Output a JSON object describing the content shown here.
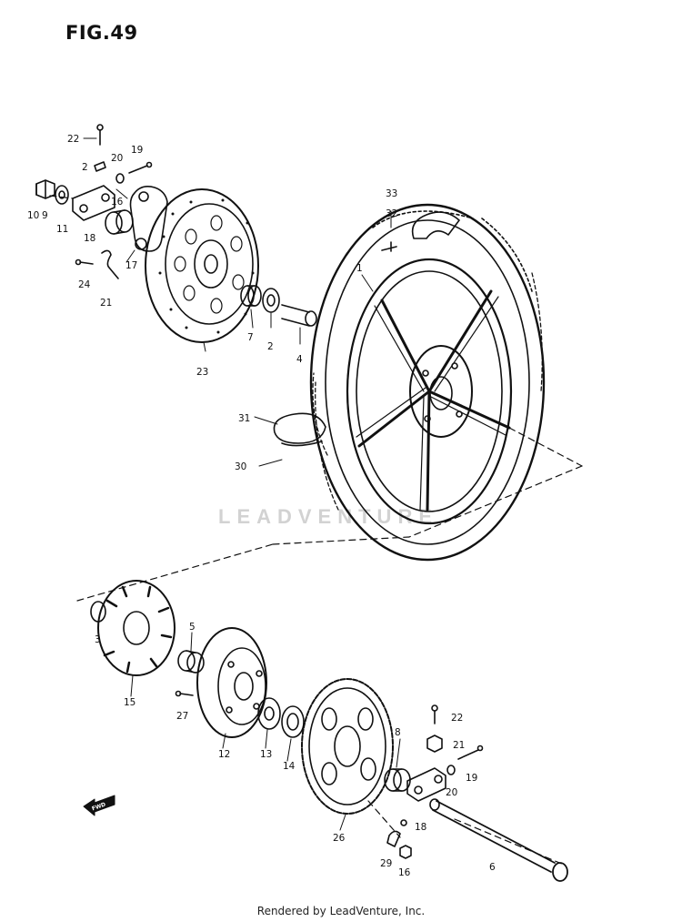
{
  "figure_title": "FIG.49",
  "watermark": "LEADVENTURE",
  "footer": "Rendered by LeadVenture, Inc.",
  "direction_arrow": "FWD",
  "callouts": [
    {
      "id": "c22a",
      "label": "22"
    },
    {
      "id": "c2a",
      "label": "2"
    },
    {
      "id": "c20a",
      "label": "20"
    },
    {
      "id": "c19a",
      "label": "19"
    },
    {
      "id": "c10",
      "label": "10"
    },
    {
      "id": "c9",
      "label": "9"
    },
    {
      "id": "c11",
      "label": "11"
    },
    {
      "id": "c18a",
      "label": "18"
    },
    {
      "id": "c16a",
      "label": "16"
    },
    {
      "id": "c17",
      "label": "17"
    },
    {
      "id": "c24",
      "label": "24"
    },
    {
      "id": "c21a",
      "label": "21"
    },
    {
      "id": "c23",
      "label": "23"
    },
    {
      "id": "c7",
      "label": "7"
    },
    {
      "id": "c2b",
      "label": "2"
    },
    {
      "id": "c4",
      "label": "4"
    },
    {
      "id": "c33",
      "label": "33"
    },
    {
      "id": "c32",
      "label": "32"
    },
    {
      "id": "c1",
      "label": "1"
    },
    {
      "id": "c31",
      "label": "31"
    },
    {
      "id": "c30",
      "label": "30"
    },
    {
      "id": "c3",
      "label": "3"
    },
    {
      "id": "c15",
      "label": "15"
    },
    {
      "id": "c5",
      "label": "5"
    },
    {
      "id": "c27",
      "label": "27"
    },
    {
      "id": "c12",
      "label": "12"
    },
    {
      "id": "c13",
      "label": "13"
    },
    {
      "id": "c14",
      "label": "14"
    },
    {
      "id": "c8",
      "label": "8"
    },
    {
      "id": "c22b",
      "label": "22"
    },
    {
      "id": "c21b",
      "label": "21"
    },
    {
      "id": "c19b",
      "label": "19"
    },
    {
      "id": "c20b",
      "label": "20"
    },
    {
      "id": "c18b",
      "label": "18"
    },
    {
      "id": "c26",
      "label": "26"
    },
    {
      "id": "c29",
      "label": "29"
    },
    {
      "id": "c16b",
      "label": "16"
    },
    {
      "id": "c6",
      "label": "6"
    }
  ]
}
